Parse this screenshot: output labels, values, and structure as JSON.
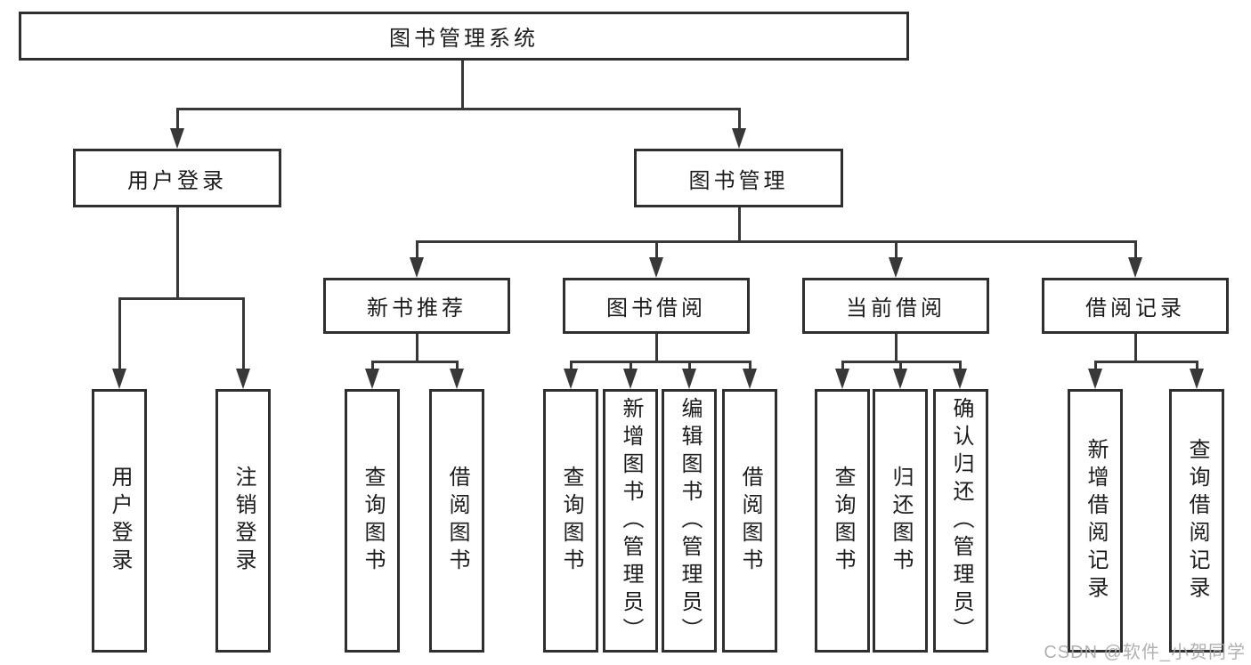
{
  "title": {
    "label": "图书管理系统"
  },
  "level2": [
    {
      "label": "用户登录"
    },
    {
      "label": "图书管理"
    }
  ],
  "level3": [
    {
      "label": "新书推荐"
    },
    {
      "label": "图书借阅"
    },
    {
      "label": "当前借阅"
    },
    {
      "label": "借阅记录"
    }
  ],
  "leaves": [
    {
      "label": "用户登录",
      "parent": "用户登录"
    },
    {
      "label": "注销登录",
      "parent": "用户登录"
    },
    {
      "label": "查询图书",
      "parent": "新书推荐"
    },
    {
      "label": "借阅图书",
      "parent": "新书推荐"
    },
    {
      "label": "查询图书",
      "parent": "图书借阅"
    },
    {
      "label": "新增图书（管理员）",
      "parent": "图书借阅"
    },
    {
      "label": "编辑图书（管理员）",
      "parent": "图书借阅"
    },
    {
      "label": "借阅图书",
      "parent": "图书借阅"
    },
    {
      "label": "查询图书",
      "parent": "当前借阅"
    },
    {
      "label": "归还图书",
      "parent": "当前借阅"
    },
    {
      "label": "确认归还（管理员）",
      "parent": "当前借阅"
    },
    {
      "label": "新增借阅记录",
      "parent": "借阅记录"
    },
    {
      "label": "查询借阅记录",
      "parent": "借阅记录"
    }
  ],
  "watermark": {
    "text": "CSDN @软件_小贺同学"
  },
  "colors": {
    "line": "#383838",
    "box_border": "#2f2f2f",
    "text": "#1c1c1c",
    "watermark": "#a8a8a8",
    "background": "#ffffff"
  }
}
